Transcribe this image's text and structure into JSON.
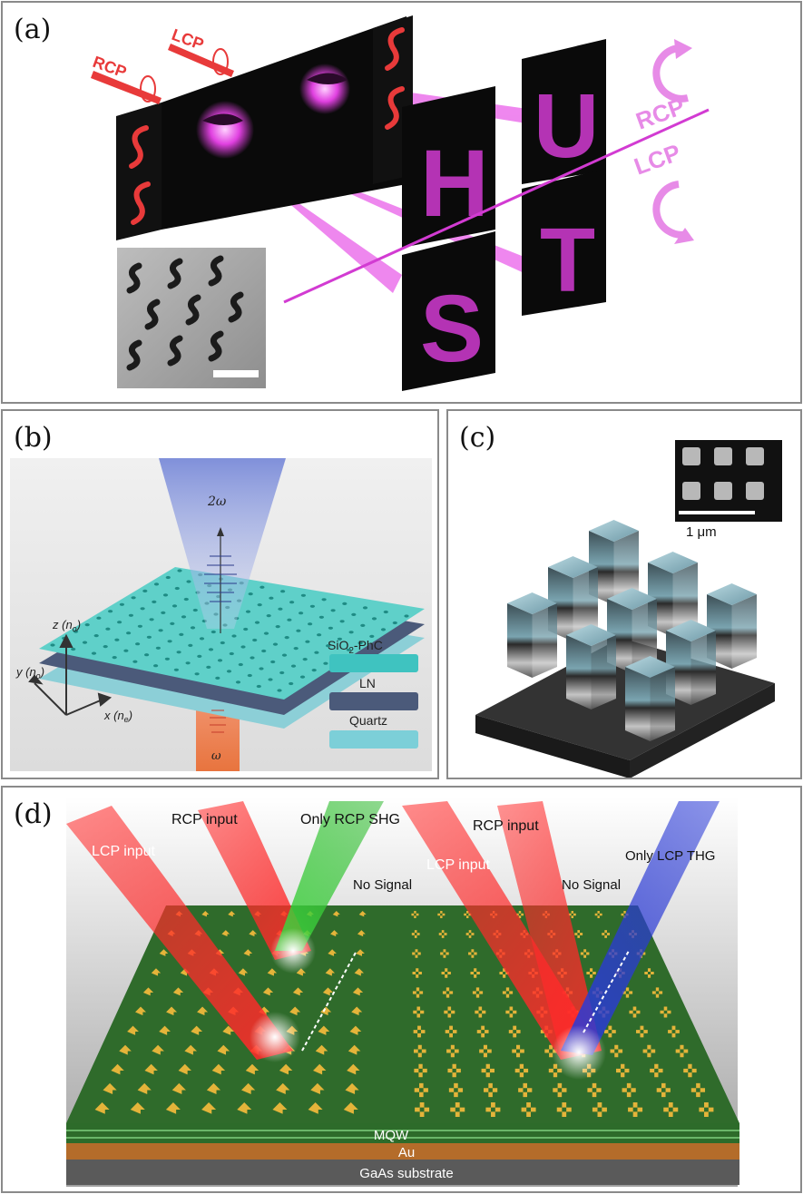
{
  "panels": {
    "a": {
      "label": "(a)",
      "rcp_arrow": "RCP",
      "lcp_arrow": "LCP",
      "rcp_side": "RCP",
      "lcp_side": "LCP",
      "letters": [
        "H",
        "U",
        "S",
        "T"
      ],
      "colors": {
        "magenta": "#e040e0",
        "red": "#e83a3a",
        "dark": "#0a0a0a"
      }
    },
    "b": {
      "label": "(b)",
      "top_freq": "2ω",
      "bottom_freq": "ω",
      "axis_z": "z (n",
      "axis_z_sub": "o",
      "axis_y": "y (n",
      "axis_y_sub": "o",
      "axis_x": "x (n",
      "axis_x_sub": "e",
      "close_paren": ")",
      "legend": [
        {
          "label": "SiO",
          "sub": "2",
          "rest": "-PhC",
          "color": "#3fc3c0"
        },
        {
          "label": "LN",
          "sub": "",
          "rest": "",
          "color": "#4b5a7a"
        },
        {
          "label": "Quartz",
          "sub": "",
          "rest": "",
          "color": "#7ccfd8"
        }
      ]
    },
    "c": {
      "label": "(c)",
      "scale": "1 μm"
    },
    "d": {
      "label": "(d)",
      "rcp_input_1": "RCP input",
      "only_rcp_shg": "Only RCP SHG",
      "lcp_input_1": "LCP input",
      "no_signal_1": "No Signal",
      "rcp_input_2": "RCP input",
      "lcp_input_2": "LCP input",
      "no_signal_2": "No Signal",
      "only_lcp_thg": "Only LCP THG",
      "layers": [
        "MQW",
        "Au",
        "GaAs substrate"
      ]
    }
  }
}
